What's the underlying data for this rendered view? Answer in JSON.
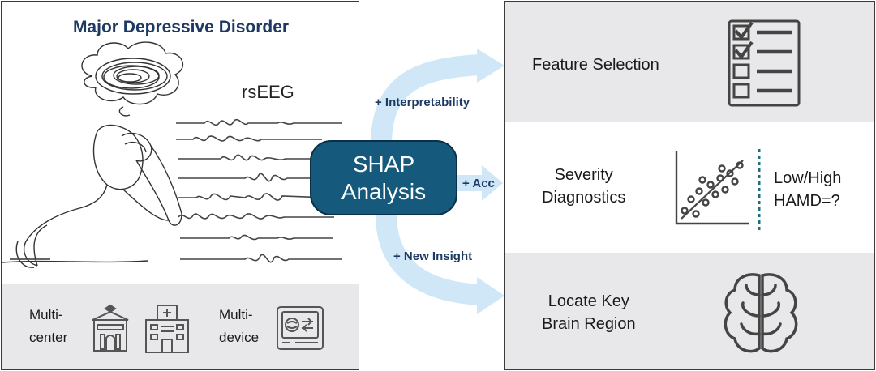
{
  "left": {
    "title": "Major Depressive Disorder",
    "eeg_label": "rsEEG",
    "multi_center": [
      "Multi-",
      "center"
    ],
    "multi_device": [
      "Multi-",
      "device"
    ]
  },
  "center": {
    "box_lines": [
      "SHAP",
      "Analysis"
    ],
    "arrows": [
      {
        "label": "+ Interpretability"
      },
      {
        "label": "+ Acc"
      },
      {
        "label": "+ New Insight"
      }
    ]
  },
  "right": {
    "feature_selection": "Feature Selection",
    "severity_lines": [
      "Severity",
      "Diagnostics"
    ],
    "hamd_lines": [
      "Low/High",
      "HAMD=?"
    ],
    "brain_lines": [
      "Locate Key",
      "Brain Region"
    ]
  },
  "colors": {
    "title": "#1e3a63",
    "box_fill": "#155a7c",
    "arrow": "#cfe7f6",
    "panel_gray": "#e8e8ea",
    "dotted_line": "#1f6e7e"
  },
  "icons": [
    "thinking-person-illustration",
    "eeg-waves",
    "school-building-icon",
    "hospital-icon",
    "eeg-device-icon",
    "checklist-icon",
    "scatter-plot-icon",
    "brain-icon"
  ]
}
